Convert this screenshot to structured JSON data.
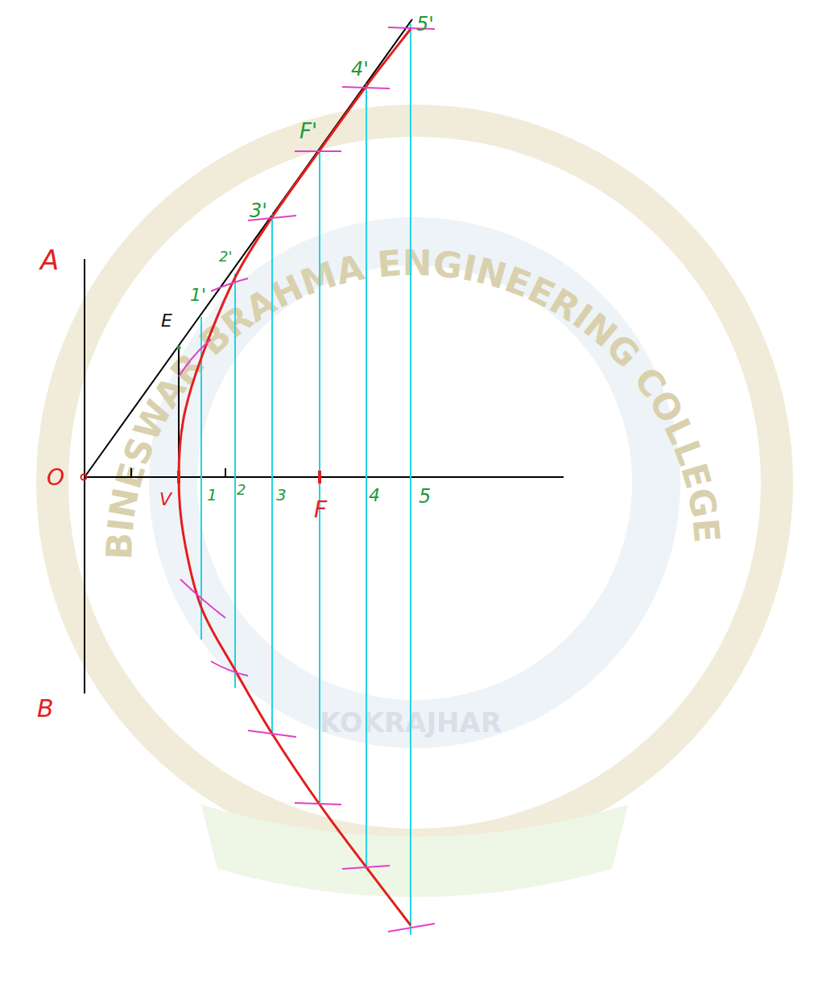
{
  "diagram": {
    "labels": [
      "A",
      "O",
      "B",
      "V",
      "1",
      "2",
      "3",
      "F",
      "4",
      "5",
      "E",
      "1'",
      "2'",
      "3'",
      "F'",
      "4'",
      "5'",
      "BINESWAR BRAHMA ENGINEERING COLLEGE",
      "KOKRAJHAR"
    ]
  }
}
